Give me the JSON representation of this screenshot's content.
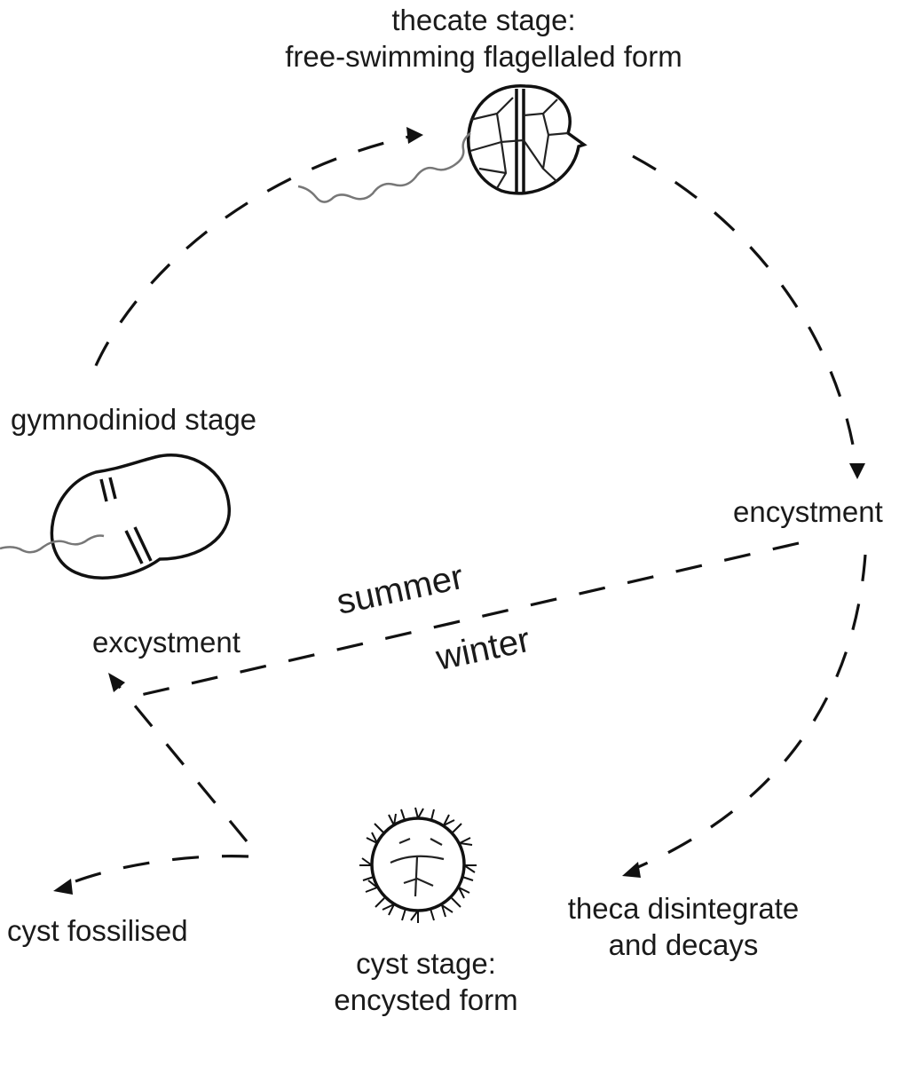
{
  "labels": {
    "thecate_title": "thecate stage:",
    "thecate_desc": "free-swimming flagellaled form",
    "gymnodinioid": "gymnodiniod stage",
    "encystment": "encystment",
    "excystment": "excystment",
    "summer": "summer",
    "winter": "winter",
    "cyst_fossilised": "cyst fossilised",
    "cyst_title": "cyst stage:",
    "cyst_desc": "encysted form",
    "theca_line1": "theca disintegrate",
    "theca_line2": "and decays"
  },
  "icons": {
    "thecate": "thecate-dinoflagellate-icon",
    "gymnodinioid": "gymnodinioid-cell-icon",
    "cyst": "spiny-cyst-icon"
  }
}
